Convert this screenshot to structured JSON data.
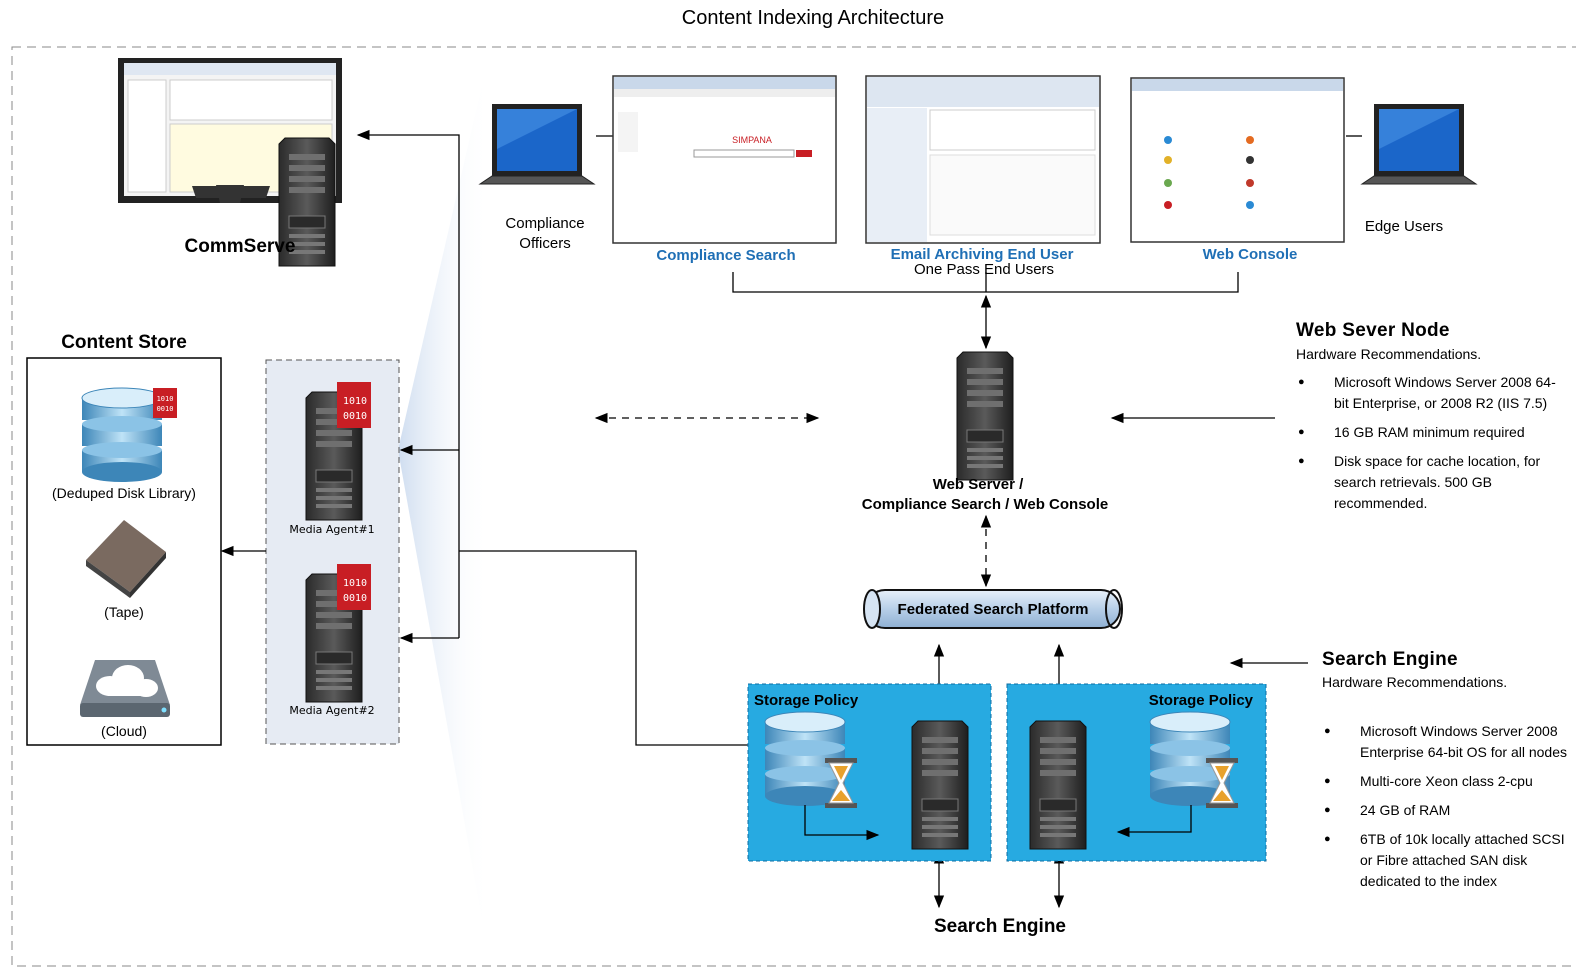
{
  "title": "Content Indexing Architecture",
  "commserve": {
    "label": "CommServe"
  },
  "content_store": {
    "heading": "Content Store",
    "items": [
      "(Deduped Disk Library)",
      "(Tape)",
      "(Cloud)"
    ]
  },
  "media_agents": {
    "agent1": {
      "label": "Media Agent#1",
      "badge_line1": "1010",
      "badge_line2": "0010"
    },
    "agent2": {
      "label": "Media Agent#2",
      "badge_line1": "1010",
      "badge_line2": "0010"
    }
  },
  "clients": {
    "compliance_officers": [
      "Compliance",
      "Officers"
    ],
    "compliance_search": "Compliance Search",
    "email_archiving": "Email Archiving End User",
    "one_pass": "One Pass End Users",
    "web_console": "Web Console",
    "edge_users": "Edge Users",
    "screenshot_brand": "SIMPANA"
  },
  "web_server": {
    "line1": "Web Server /",
    "line2": "Compliance Search / Web Console"
  },
  "federated": {
    "label": "Federated Search Platform"
  },
  "storage_policy": {
    "left": "Storage Policy",
    "right": "Storage Policy"
  },
  "search_engine_label": "Search Engine",
  "web_node": {
    "heading": "Web Sever Node",
    "subheading": "Hardware Recommendations.",
    "bullets": [
      "Microsoft Windows Server 2008 64-bit Enterprise, or 2008 R2 (IIS 7.5)",
      "16 GB RAM minimum required",
      " Disk space for cache location, for search retrievals. 500 GB recommended."
    ]
  },
  "engine_node": {
    "heading": "Search Engine",
    "subheading": "Hardware Recommendations.",
    "bullets": [
      "Microsoft Windows Server 2008 Enterprise 64-bit OS for all nodes",
      "Multi-core Xeon class 2-cpu",
      "24 GB of RAM",
      "6TB of 10k locally attached SCSI or Fibre attached SAN disk dedicated to the index"
    ]
  },
  "colors": {
    "accent_blue": "#1f6fb5",
    "storage_bg": "#27aae1",
    "badge_red": "#c81e24"
  }
}
